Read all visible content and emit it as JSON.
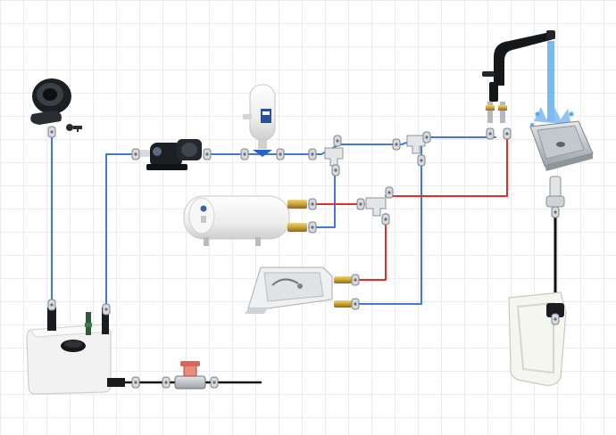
{
  "diagram": {
    "kind": "camper-van water system schematic",
    "colors": {
      "cold_line": "#3f7bd6",
      "hot_line": "#e0302b",
      "waste_line": "#111111",
      "fresh_tank": "#f3f3f3",
      "brass": "#c9a23a",
      "fitting": "#9aa0a6",
      "pump": "#1b1f24",
      "water": "#5aa9ea"
    },
    "components": [
      {
        "id": "filler-inlet",
        "icon": "deck-filler-icon"
      },
      {
        "id": "fresh-water-tank",
        "icon": "water-tank-icon"
      },
      {
        "id": "water-pump",
        "icon": "diaphragm-pump-icon"
      },
      {
        "id": "accumulator",
        "icon": "accumulator-tank-icon"
      },
      {
        "id": "water-heater",
        "icon": "boiler-icon"
      },
      {
        "id": "shower-box",
        "icon": "shower-box-icon"
      },
      {
        "id": "kitchen-faucet",
        "icon": "faucet-icon"
      },
      {
        "id": "sink",
        "icon": "sink-icon"
      },
      {
        "id": "waste-tank",
        "icon": "waste-tank-icon"
      },
      {
        "id": "drain-valve",
        "icon": "ball-valve-icon"
      }
    ],
    "pipes": [
      {
        "id": "filler-line",
        "type": "cold"
      },
      {
        "id": "pump-feed",
        "type": "cold"
      },
      {
        "id": "cold-main",
        "type": "cold"
      },
      {
        "id": "cold-to-faucet",
        "type": "cold"
      },
      {
        "id": "cold-to-heater",
        "type": "cold"
      },
      {
        "id": "cold-to-shower",
        "type": "cold"
      },
      {
        "id": "hot-from-heater",
        "type": "hot"
      },
      {
        "id": "hot-to-faucet",
        "type": "hot"
      },
      {
        "id": "hot-to-shower",
        "type": "hot"
      },
      {
        "id": "sink-drain",
        "type": "waste"
      },
      {
        "id": "tank-drain",
        "type": "waste"
      }
    ]
  }
}
